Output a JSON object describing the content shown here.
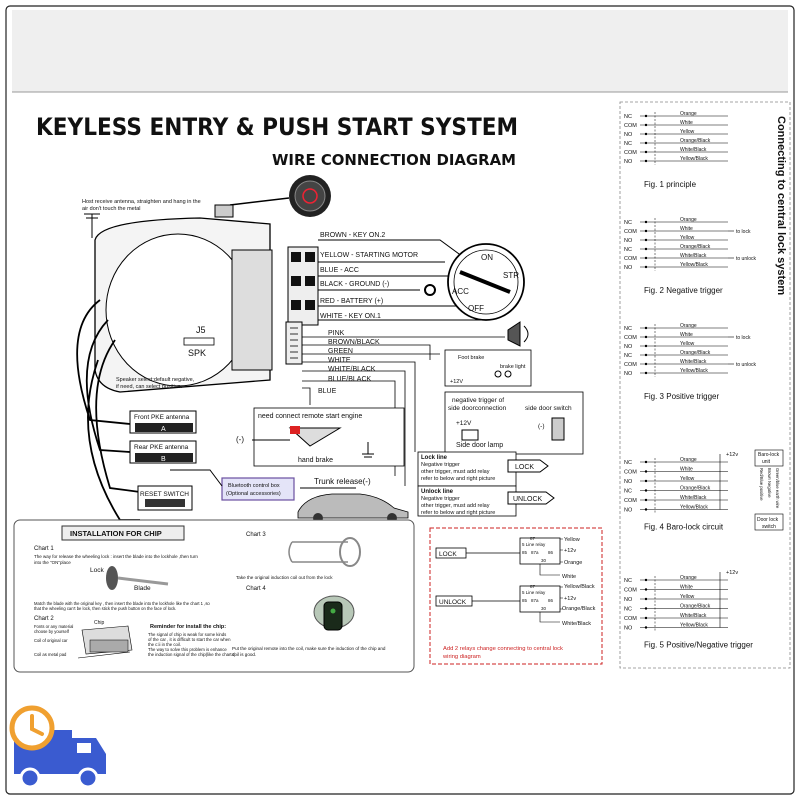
{
  "header": {
    "title": "KEYLESS ENTRY & PUSH  START  SYSTEM",
    "subtitle": "WIRE CONNECTION DIAGRAM"
  },
  "main": {
    "antenna_note": [
      "Host receive antenna, straighten and hang in the",
      "air don't touch the metal"
    ],
    "module_connector": [
      "J5",
      "SPK"
    ],
    "speaker_note": [
      "Speaker select:default negative,",
      "if need, can select positive."
    ],
    "harness_top": [
      "BROWN  - KEY ON.2",
      "YELLOW - STARTING MOTOR",
      "BLUE   - ACC",
      "BLACK  - GROUND (-)",
      "RED    - BATTERY (+)",
      "WHITE  - KEY ON.1"
    ],
    "ignition_positions": [
      "ON",
      "STR",
      "ACC",
      "OFF"
    ],
    "harness_bottom": [
      "PINK",
      "BROWN/BLACK",
      "GREEN",
      "WHITE",
      "WHITE/BLACK",
      "BLUE/BLACK",
      "BLUE"
    ],
    "foot_brake": [
      "Foot brake",
      "brake light",
      "+12V"
    ],
    "door_trigger": [
      "negative trigger of",
      "side doorconnection",
      "side door switch",
      "+12V",
      "(-)",
      "Side door lamp"
    ],
    "remote_start": [
      "need connect remote start engine",
      "(-)",
      "hand brake"
    ],
    "lock_line": {
      "title": "Lock line",
      "lines": [
        "Negative trigger",
        "other trigger, must add relay",
        "refer to below and right picture"
      ],
      "arrow": "LOCK"
    },
    "unlock_line": {
      "title": "Unlock line",
      "lines": [
        "Negative trigger",
        "other trigger, must add relay",
        "refer to below and right picture"
      ],
      "arrow": "UNLOCK"
    },
    "trunk": "Trunk release(-)",
    "antennas": [
      {
        "label": "Front PKE antenna",
        "tag": "A"
      },
      {
        "label": "Rear PKE antenna",
        "tag": "B"
      }
    ],
    "bluetooth": [
      "Bluetooth control box",
      "(Optional accessories)"
    ],
    "reset_switch": "RESET SWITCH"
  },
  "chip": {
    "title": "INSTALLATION FOR CHIP",
    "chart1": "Chart 1",
    "chart1_text": [
      "The way for release the wheeling lock : insert the blade into the lockhole ,then turn",
      "into the \"ON\"place"
    ],
    "lock_label": "Lock",
    "blade_label": "Blade",
    "chart1_note": [
      "Match the blade with the original key , then insert the blade into the lockhole like the chart 1 ,so",
      "that the wheeling can't be lock, then stick the push button on the face of lock."
    ],
    "chart2": "Chart 2",
    "chip_label": "Chip",
    "chip_notes": [
      "Fonts or any material",
      "choose by yourself",
      "Coil of original car",
      "Coil as metal pad"
    ],
    "reminder_title": "Reminder for install the chip:",
    "reminder_text": [
      "The signal of chip is weak for some kinds",
      "of the car , it is difficult to start the car when",
      "the c:ii in the coil.",
      "The way to solve this problem is enhance",
      "the induction signal of the chip(like the chart4)"
    ],
    "chart3": "Chart 3",
    "chart3_note": "Take the original induction coil  out from the lock",
    "chart4": "Chart 4",
    "chart4_note": [
      "Put the original remote into the coil, make sure the induction of the chip and",
      "coil is good."
    ]
  },
  "relays": {
    "lock": "LOCK",
    "unlock": "UNLOCK",
    "pins": [
      "87",
      "87a",
      "30",
      "85",
      "86"
    ],
    "relay_label": "5 Line relay",
    "labels_lock": [
      "Yellow",
      "+12v",
      "Orange",
      "White"
    ],
    "labels_unlock": [
      "Yellow/Black",
      "+12v",
      "Orange/Black",
      "White/Black"
    ],
    "note": [
      "Add 2 relays change connecting to central lock",
      "wiring diagram"
    ]
  },
  "right_panel": {
    "heading": "Connecting to central lock system",
    "figures": [
      {
        "terminals": [
          "NC",
          "COM",
          "NO",
          "NC",
          "COM",
          "NO"
        ],
        "wires": [
          "Orange",
          "White",
          "Yellow",
          "Orange/Black",
          "White/Black",
          "Yellow/Black"
        ],
        "caption": "Fig. 1  principle"
      },
      {
        "terminals": [
          "NC",
          "COM",
          "NO",
          "NC",
          "COM",
          "NO"
        ],
        "wires": [
          "Orange",
          "White",
          "Yellow",
          "Orange/Black",
          "White/Black",
          "Yellow/Black"
        ],
        "to": [
          "to lock",
          "to unlock"
        ],
        "caption": "Fig. 2  Negative trigger"
      },
      {
        "terminals": [
          "NC",
          "COM",
          "NO",
          "NC",
          "COM",
          "NO"
        ],
        "wires": [
          "Orange",
          "White",
          "Yellow",
          "Orange/Black",
          "White/Black",
          "Yellow/Black"
        ],
        "to": [
          "to lock",
          "to unlock"
        ],
        "caption": "Fig. 3  Positive trigger"
      },
      {
        "terminals": [
          "NC",
          "COM",
          "NO",
          "NC",
          "COM",
          "NO"
        ],
        "wires": [
          "Orange",
          "White",
          "Yellow",
          "Orange/Black",
          "White/Black",
          "Yellow/Black"
        ],
        "v12": "+12v",
        "baro_unit": [
          "Baro-lock",
          "unit"
        ],
        "baro_switch": [
          "Door lock",
          "switch"
        ],
        "vertical": [
          "Red/Blue  positive",
          "Brown    Negative",
          "Green/blue  earth wire"
        ],
        "caption": "Fig. 4  Baro-lock circuit"
      },
      {
        "terminals": [
          "NC",
          "COM",
          "NO",
          "NC",
          "COM",
          "NO"
        ],
        "wires": [
          "Orange",
          "White",
          "Yellow",
          "Orange/Black",
          "White/Black",
          "Yellow/Black"
        ],
        "v12": "+12v",
        "caption": "Fig. 5  Positive/Negative trigger"
      }
    ]
  },
  "colors": {
    "accent": "#e8e8e8",
    "ink": "#111111",
    "relay_note": "#cc2222",
    "truck": "#3a5bd0",
    "clock": "#f0a030"
  },
  "icons": [
    "delivery-truck-icon",
    "clock-icon",
    "push-start-button-icon",
    "ignition-switch-icon",
    "horn-icon",
    "car-icon"
  ]
}
